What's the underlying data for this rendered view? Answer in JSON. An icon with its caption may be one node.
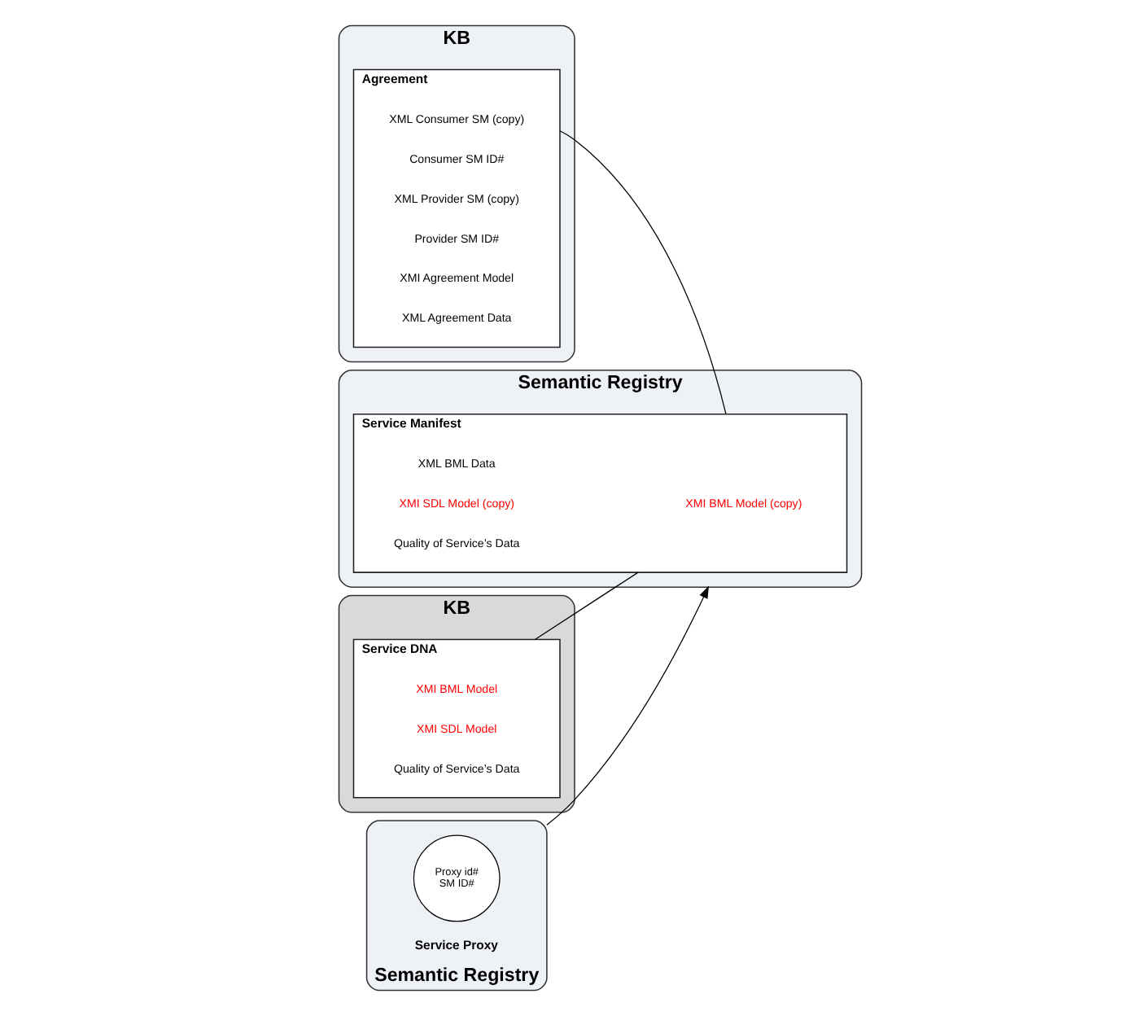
{
  "diagram": {
    "nodes": [
      {
        "text": [
          "KB"
        ]
      },
      {
        "text": [
          "Agreement"
        ],
        "in": 0
      },
      {
        "text": [
          "XML Consumer SM (copy)"
        ],
        "in": 1
      },
      {
        "text": [
          "Consumer SM ID#"
        ],
        "in": 1
      },
      {
        "text": [
          "XML Provider SM (copy)"
        ],
        "in": 1
      },
      {
        "text": [
          "Provider SM ID#"
        ],
        "in": 1
      },
      {
        "text": [
          "XMI Agreement Model"
        ],
        "in": 1
      },
      {
        "text": [
          "XML Agreement Data"
        ],
        "in": 1
      },
      {
        "text": [
          "Semantic Registry"
        ]
      },
      {
        "text": [
          "Service Manifest"
        ],
        "in": 8
      },
      {
        "text": [
          "XMI BML Model (copy)"
        ],
        "in": 9
      },
      {
        "text": [
          "XML BML Data"
        ],
        "in": 9
      },
      {
        "text": [
          "XMI SDL Model (copy)"
        ],
        "in": 9
      },
      {
        "text": [
          "Quality of Service’s Data"
        ],
        "in": 9
      },
      {
        "text": [
          "KB"
        ]
      },
      {
        "text": [
          "Service DNA"
        ],
        "in": 14
      },
      {
        "text": [
          "XMI BML Model"
        ],
        "in": 15
      },
      {
        "text": [
          "XMI SDL Model"
        ],
        "in": 15
      },
      {
        "text": [
          "Quality of Service’s Data"
        ],
        "in": 15
      },
      {
        "text": [
          "Service Proxy",
          "Semantic Registry"
        ]
      },
      {
        "text": [
          "Proxy id#",
          "SM ID#"
        ],
        "in": 19
      }
    ],
    "edges": [
      {
        "from": 1,
        "to": 9,
        "arrow": "none"
      },
      {
        "from": 15,
        "to": 9,
        "arrow": "none"
      },
      {
        "from": 19,
        "to": 8,
        "arrow": "to"
      }
    ]
  }
}
